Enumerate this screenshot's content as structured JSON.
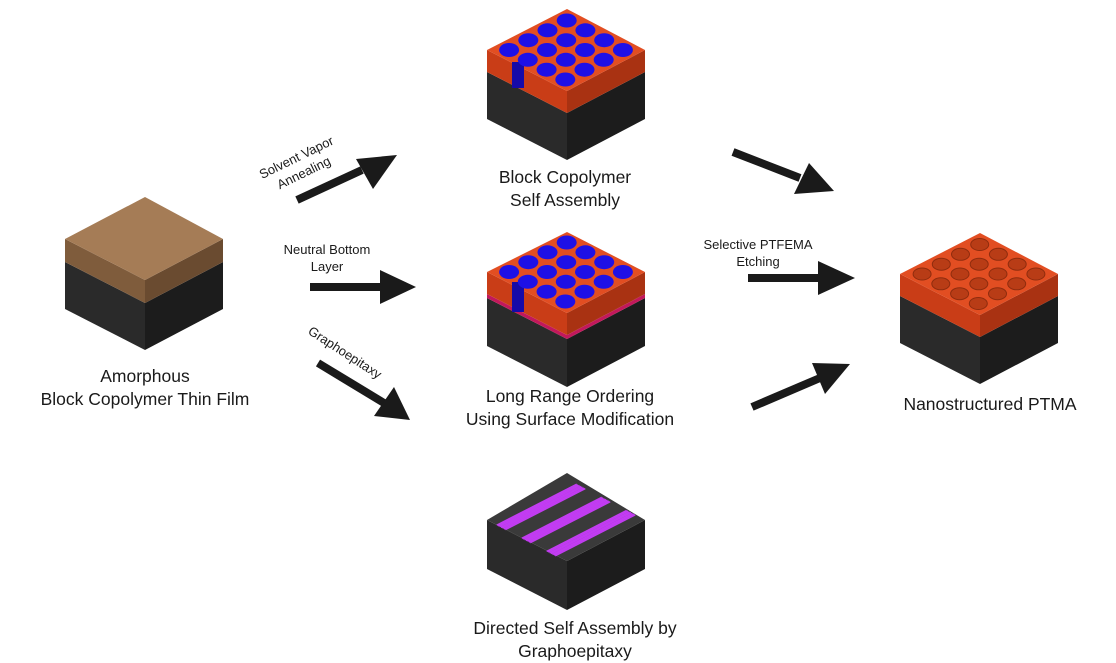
{
  "stages": {
    "amorphous": {
      "line1": "Amorphous",
      "line2": "Block Copolymer Thin Film"
    },
    "self_assembly": {
      "line1": "Block Copolymer",
      "line2": "Self Assembly"
    },
    "long_range": {
      "line1": "Long Range Ordering",
      "line2": "Using Surface Modification"
    },
    "directed": {
      "line1": "Directed Self Assembly by",
      "line2": "Graphoepitaxy"
    },
    "nanostructured": {
      "line1": "Nanostructured PTMA"
    }
  },
  "processes": {
    "solvent_vapor": {
      "line1": "Solvent Vapor",
      "line2": "Annealing"
    },
    "neutral_bottom": {
      "line1": "Neutral Bottom",
      "line2": "Layer"
    },
    "graphoepitaxy": {
      "line1": "Graphoepitaxy"
    },
    "etching": {
      "line1": "Selective PTFEMA",
      "line2": "Etching"
    }
  },
  "colors": {
    "substrate_top": "#3a3a3a",
    "substrate_left": "#2a2a2a",
    "substrate_right": "#1c1c1c",
    "film_top": "#a57c56",
    "film_left": "#7f5c3c",
    "film_right": "#6a4b30",
    "bcp_top": "#e24e22",
    "bcp_left": "#c93d17",
    "bcp_right": "#a93212",
    "cylinder": "#1e10e6",
    "cylinder_side": "#160aa8",
    "neutral_layer": "#c2185b",
    "pore": "#b83c16",
    "stripe": "#c23cf2",
    "arrow": "#1a1a1a"
  }
}
